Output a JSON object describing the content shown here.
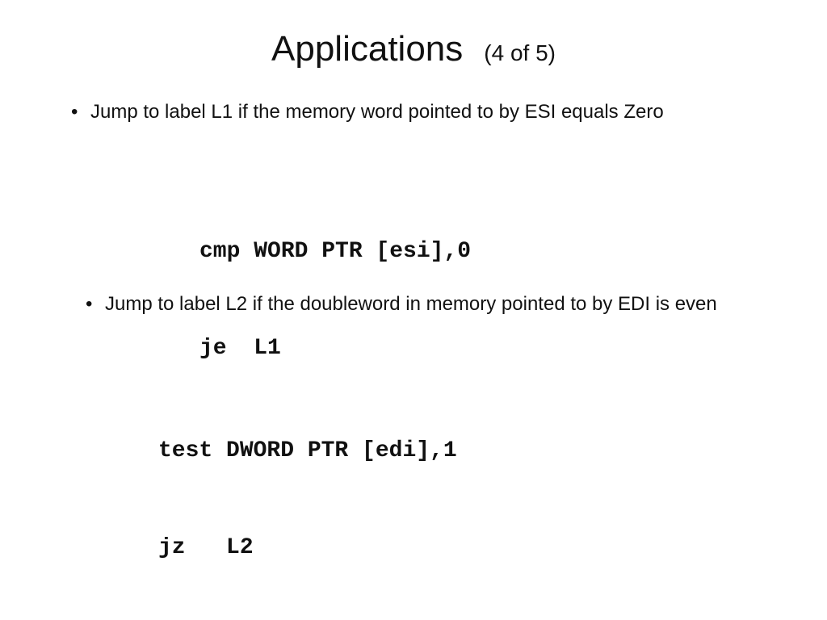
{
  "title": {
    "main": "Applications",
    "sub": "(4 of 5)"
  },
  "bullets": [
    {
      "marker": "•",
      "text": "Jump to label L1 if the memory word pointed to by ESI equals Zero"
    },
    {
      "marker": "•",
      "text": "Jump to label L2 if the doubleword in memory pointed to by EDI is even"
    }
  ],
  "code_blocks": [
    {
      "lines": [
        "cmp WORD PTR [esi],0",
        "je  L1"
      ]
    },
    {
      "lines": [
        "test DWORD PTR [edi],1",
        "jz   L2"
      ]
    }
  ]
}
